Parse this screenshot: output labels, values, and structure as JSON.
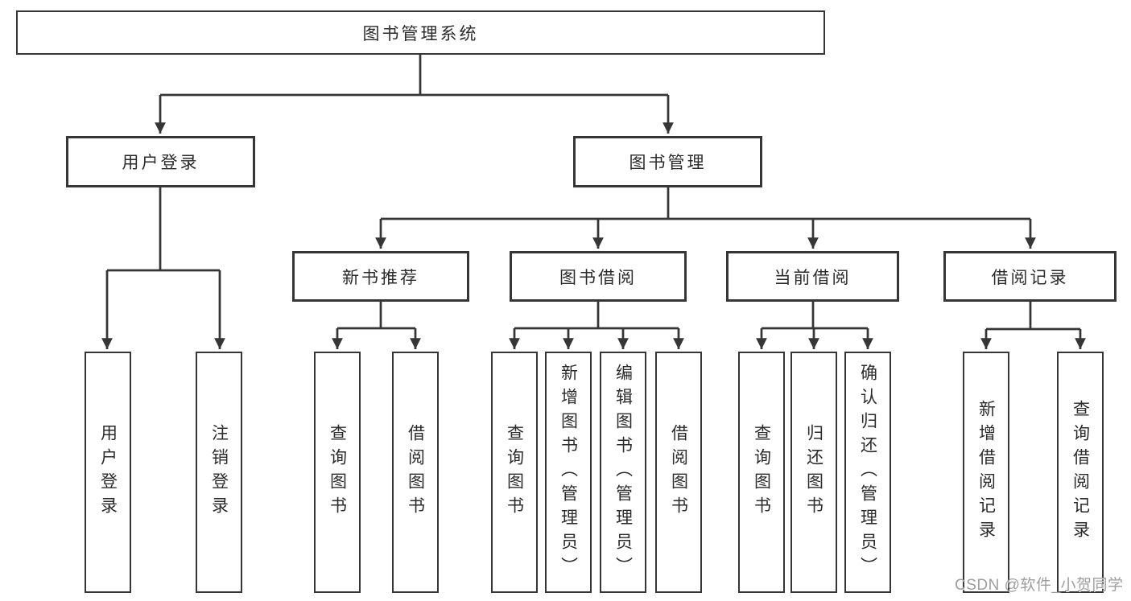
{
  "diagram": {
    "tree": {
      "root": {
        "label": "图书管理系统"
      },
      "branches": [
        {
          "label": "用户登录",
          "leaves": [
            "用户登录",
            "注销登录"
          ]
        },
        {
          "label": "图书管理",
          "groups": [
            {
              "label": "新书推荐",
              "leaves": [
                "查询图书",
                "借阅图书"
              ]
            },
            {
              "label": "图书借阅",
              "leaves": [
                "查询图书",
                "新增图书（管理员）",
                "编辑图书（管理员）",
                "借阅图书"
              ]
            },
            {
              "label": "当前借阅",
              "leaves": [
                "查询图书",
                "归还图书",
                "确认归还（管理员）"
              ]
            },
            {
              "label": "借阅记录",
              "leaves": [
                "新增借阅记录",
                "查询借阅记录"
              ]
            }
          ]
        }
      ]
    },
    "watermark": {
      "text": "CSDN @软件_小贺同学"
    },
    "colors": {
      "line": "#363636",
      "text": "#2b2b2b",
      "watermark": "#9e9e9e",
      "background": "#ffffff"
    }
  }
}
